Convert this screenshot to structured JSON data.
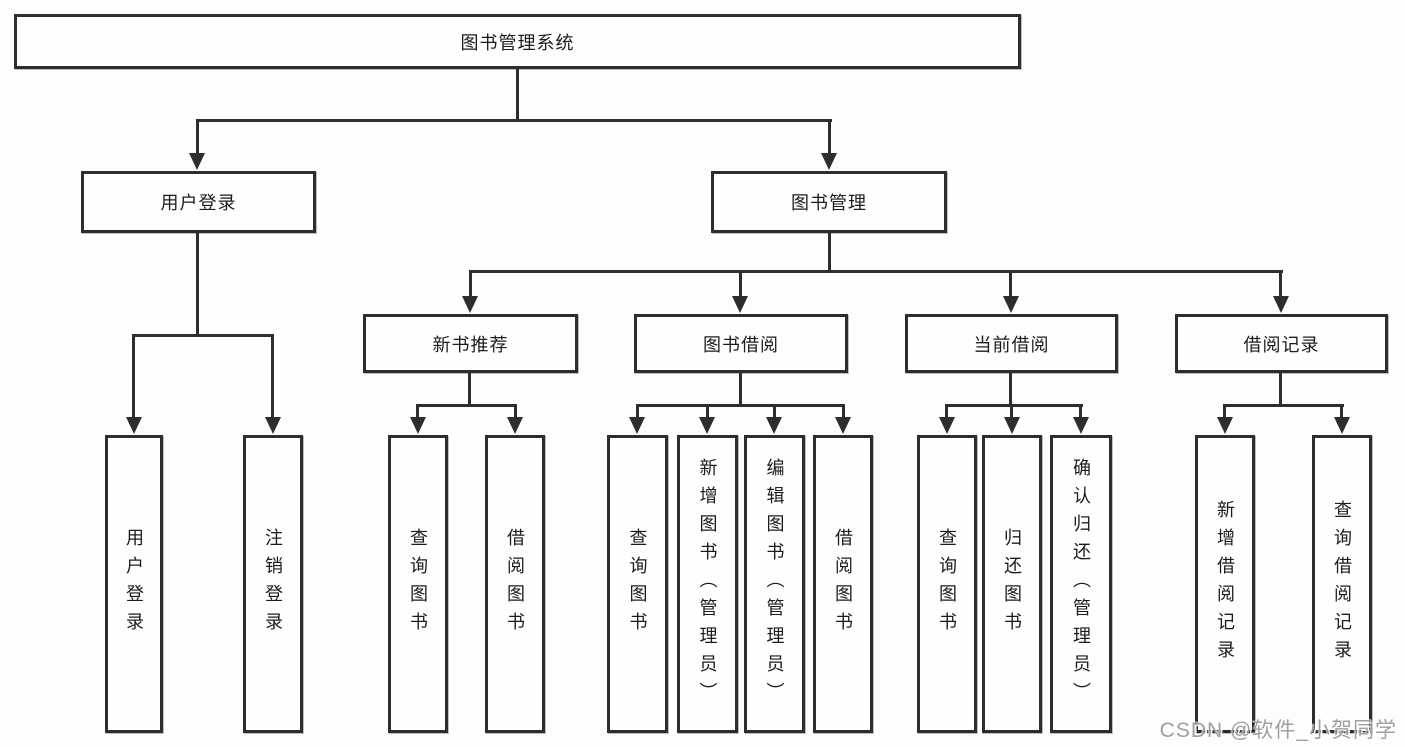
{
  "tree": {
    "root": {
      "label": "图书管理系统"
    },
    "branches": [
      {
        "label": "用户登录",
        "children": [
          {
            "label": "用户登录"
          },
          {
            "label": "注销登录"
          }
        ]
      },
      {
        "label": "图书管理",
        "groups": [
          {
            "label": "新书推荐",
            "children": [
              {
                "label": "查询图书"
              },
              {
                "label": "借阅图书"
              }
            ]
          },
          {
            "label": "图书借阅",
            "children": [
              {
                "label": "查询图书"
              },
              {
                "label": "新增图书（管理员）"
              },
              {
                "label": "编辑图书（管理员）"
              },
              {
                "label": "借阅图书"
              }
            ]
          },
          {
            "label": "当前借阅",
            "children": [
              {
                "label": "查询图书"
              },
              {
                "label": "归还图书"
              },
              {
                "label": "确认归还（管理员）"
              }
            ]
          },
          {
            "label": "借阅记录",
            "children": [
              {
                "label": "新增借阅记录"
              },
              {
                "label": "查询借阅记录"
              }
            ]
          }
        ]
      }
    ]
  },
  "watermark": {
    "text": "CSDN @软件_小贺同学"
  },
  "colors": {
    "line": "#2d2d2d",
    "box_fill": "#fefefe",
    "background": "#fdfdfd",
    "watermark_text": "#9f9f9f"
  }
}
